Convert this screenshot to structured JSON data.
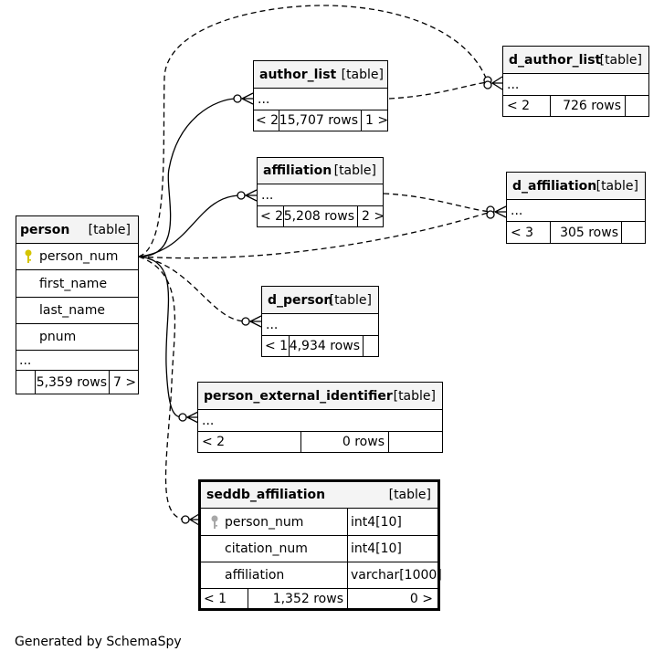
{
  "footer": "Generated by SchemaSpy",
  "colors": {
    "line": "#000000",
    "header_bg": "#f4f4f4",
    "key_primary": "#d4c400",
    "key_foreign": "#a8a8a8"
  },
  "tables": {
    "person": {
      "name": "person",
      "type": "[table]",
      "columns": [
        "person_num",
        "first_name",
        "last_name",
        "pnum"
      ],
      "more": "...",
      "prev": "",
      "rows": "5,359 rows",
      "next": "7 >"
    },
    "author_list": {
      "name": "author_list",
      "type": "[table]",
      "more": "...",
      "prev": "< 2",
      "rows": "15,707 rows",
      "next": "1 >"
    },
    "d_author_list": {
      "name": "d_author_list",
      "type": "[table]",
      "more": "...",
      "prev": "< 2",
      "rows": "726 rows",
      "next": ""
    },
    "affiliation": {
      "name": "affiliation",
      "type": "[table]",
      "more": "...",
      "prev": "< 2",
      "rows": "5,208 rows",
      "next": "2 >"
    },
    "d_affiliation": {
      "name": "d_affiliation",
      "type": "[table]",
      "more": "...",
      "prev": "< 3",
      "rows": "305 rows",
      "next": ""
    },
    "d_person": {
      "name": "d_person",
      "type": "[table]",
      "more": "...",
      "prev": "< 1",
      "rows": "4,934 rows",
      "next": ""
    },
    "person_external_identifier": {
      "name": "person_external_identifier",
      "type": "[table]",
      "more": "...",
      "prev": "< 2",
      "rows": "0 rows",
      "next": ""
    },
    "seddb_affiliation": {
      "name": "seddb_affiliation",
      "type": "[table]",
      "columns": [
        {
          "name": "person_num",
          "type": "int4[10]"
        },
        {
          "name": "citation_num",
          "type": "int4[10]"
        },
        {
          "name": "affiliation",
          "type": "varchar[1000]"
        }
      ],
      "prev": "< 1",
      "rows": "1,352 rows",
      "next": "0 >"
    }
  }
}
